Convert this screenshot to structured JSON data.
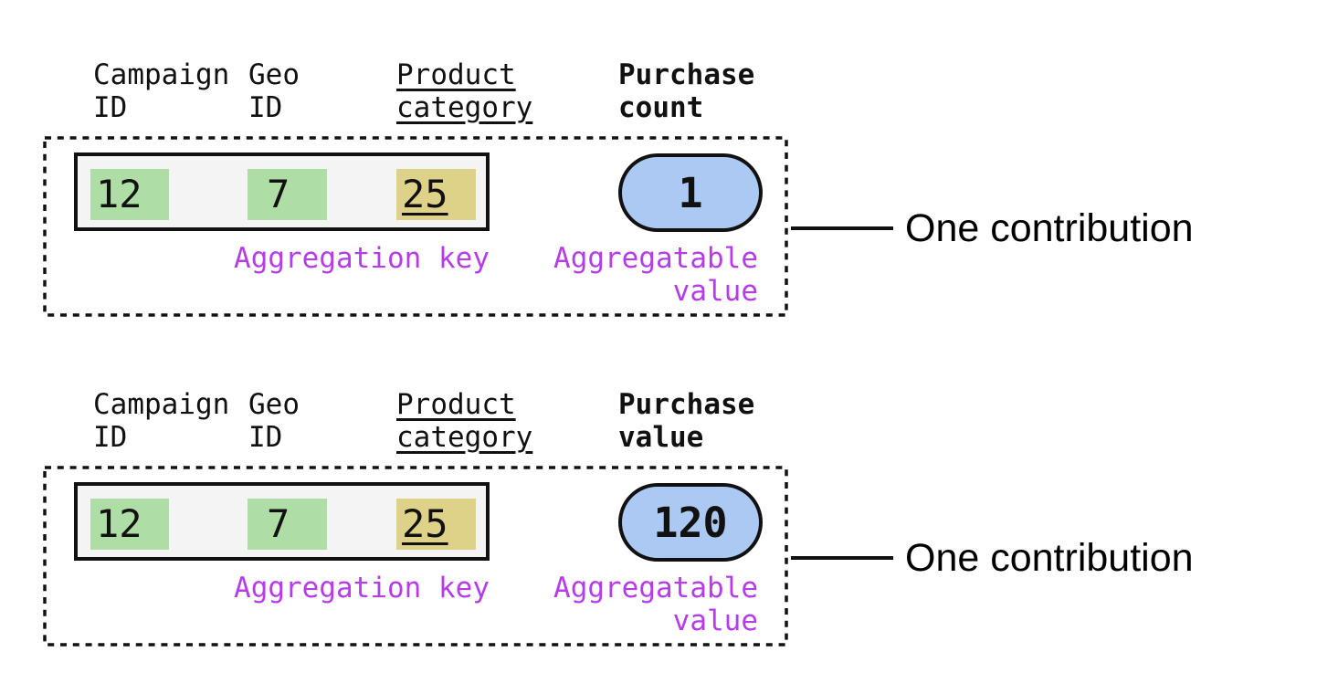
{
  "colors": {
    "key_green": "#aedda6",
    "key_yellow": "#ded289",
    "value_blue": "#abc9f2",
    "label_purple": "#b53ce8"
  },
  "contributions": [
    {
      "headers": [
        {
          "line1": "Campaign",
          "line2": "ID"
        },
        {
          "line1": "Geo",
          "line2": "ID"
        },
        {
          "line1": "Product",
          "line2": "category"
        },
        {
          "line1": "Purchase",
          "line2": "count"
        }
      ],
      "key_cells": [
        {
          "value": "12"
        },
        {
          "value": "7"
        },
        {
          "value": "25"
        }
      ],
      "aggregatable_value": "1",
      "key_label": "Aggregation key",
      "value_label": {
        "line1": "Aggregatable",
        "line2": "value"
      },
      "annotation": "One contribution"
    },
    {
      "headers": [
        {
          "line1": "Campaign",
          "line2": "ID"
        },
        {
          "line1": "Geo",
          "line2": "ID"
        },
        {
          "line1": "Product",
          "line2": "category"
        },
        {
          "line1": "Purchase",
          "line2": "value"
        }
      ],
      "key_cells": [
        {
          "value": "12"
        },
        {
          "value": "7"
        },
        {
          "value": "25"
        }
      ],
      "aggregatable_value": "120",
      "key_label": "Aggregation key",
      "value_label": {
        "line1": "Aggregatable",
        "line2": "value"
      },
      "annotation": "One contribution"
    }
  ]
}
